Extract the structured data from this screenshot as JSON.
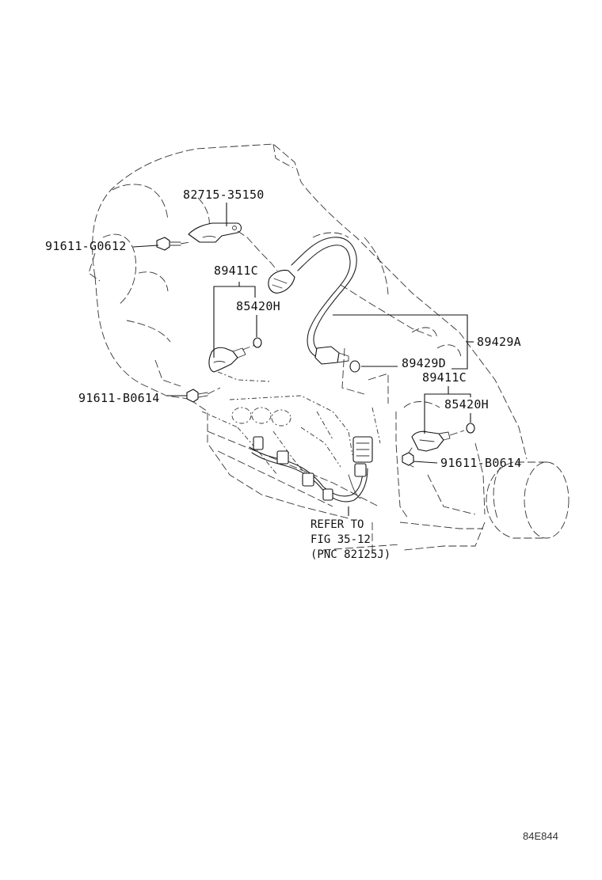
{
  "labels": {
    "p82715": "82715-35150",
    "p91611_g0612": "91611-G0612",
    "p89411c_a": "89411C",
    "p85420h_a": "85420H",
    "p89429a": "89429A",
    "p89429d": "89429D",
    "p89411c_b": "89411C",
    "p85420h_b": "85420H",
    "p91611_b0614_a": "91611-B0614",
    "p91611_b0614_b": "91611-B0614"
  },
  "refer_note": {
    "line1": "REFER TO",
    "line2": "FIG 35-12",
    "line3": "(PNC 82125J)"
  },
  "figure_code": "84E844"
}
